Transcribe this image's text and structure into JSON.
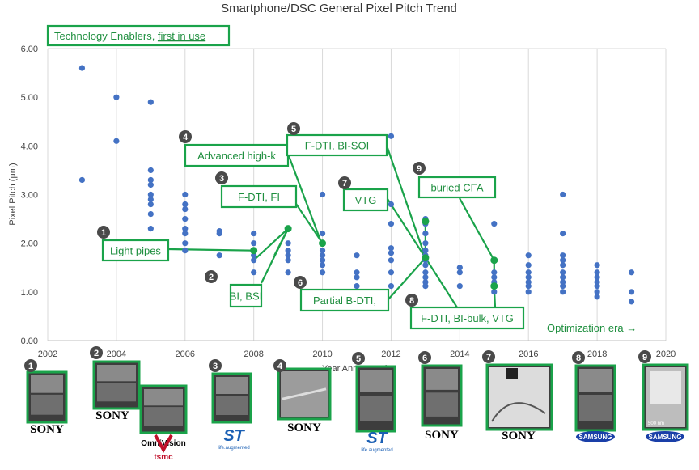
{
  "chart_data": {
    "type": "scatter",
    "title": "Smartphone/DSC General Pixel Pitch Trend",
    "xlabel": "Year Announced",
    "ylabel": "Pixel Pitch (µm)",
    "xlim": [
      2002,
      2020
    ],
    "ylim": [
      0,
      6
    ],
    "x_ticks": [
      "2002",
      "2004",
      "2006",
      "2008",
      "2010",
      "2012",
      "2014",
      "2016",
      "2018",
      "2020"
    ],
    "y_ticks": [
      "0.00",
      "1.00",
      "2.00",
      "3.00",
      "4.00",
      "5.00",
      "6.00"
    ],
    "grid": "vertical",
    "series": [
      {
        "color": "#4472c4",
        "points": [
          [
            2003,
            5.6
          ],
          [
            2003,
            3.3
          ],
          [
            2004,
            5.0
          ],
          [
            2004,
            4.1
          ],
          [
            2005,
            4.9
          ],
          [
            2005,
            3.5
          ],
          [
            2005,
            3.3
          ],
          [
            2005,
            3.2
          ],
          [
            2005,
            3.0
          ],
          [
            2005,
            2.9
          ],
          [
            2005,
            2.8
          ],
          [
            2005,
            2.6
          ],
          [
            2005,
            2.3
          ],
          [
            2006,
            3.0
          ],
          [
            2006,
            2.8
          ],
          [
            2006,
            2.7
          ],
          [
            2006,
            2.5
          ],
          [
            2006,
            2.3
          ],
          [
            2006,
            2.2
          ],
          [
            2006,
            2.0
          ],
          [
            2006,
            1.85
          ],
          [
            2007,
            2.25
          ],
          [
            2007,
            2.2
          ],
          [
            2007,
            1.75
          ],
          [
            2008,
            2.2
          ],
          [
            2008,
            2.0
          ],
          [
            2008,
            1.85
          ],
          [
            2008,
            1.75
          ],
          [
            2008,
            1.65
          ],
          [
            2008,
            1.4
          ],
          [
            2009,
            2.0
          ],
          [
            2009,
            1.85
          ],
          [
            2009,
            1.75
          ],
          [
            2009,
            1.65
          ],
          [
            2009,
            1.4
          ],
          [
            2010,
            3.0
          ],
          [
            2010,
            2.2
          ],
          [
            2010,
            2.0
          ],
          [
            2010,
            1.85
          ],
          [
            2010,
            1.75
          ],
          [
            2010,
            1.65
          ],
          [
            2010,
            1.55
          ],
          [
            2010,
            1.4
          ],
          [
            2011,
            1.75
          ],
          [
            2011,
            1.4
          ],
          [
            2011,
            1.3
          ],
          [
            2011,
            1.12
          ],
          [
            2012,
            4.2
          ],
          [
            2012,
            2.8
          ],
          [
            2012,
            2.4
          ],
          [
            2012,
            1.9
          ],
          [
            2012,
            1.8
          ],
          [
            2012,
            1.65
          ],
          [
            2012,
            1.4
          ],
          [
            2012,
            1.12
          ],
          [
            2013,
            2.5
          ],
          [
            2013,
            2.4
          ],
          [
            2013,
            2.2
          ],
          [
            2013,
            2.0
          ],
          [
            2013,
            1.85
          ],
          [
            2013,
            1.75
          ],
          [
            2013,
            1.65
          ],
          [
            2013,
            1.55
          ],
          [
            2013,
            1.4
          ],
          [
            2013,
            1.3
          ],
          [
            2013,
            1.2
          ],
          [
            2013,
            1.12
          ],
          [
            2014,
            1.5
          ],
          [
            2014,
            1.4
          ],
          [
            2014,
            1.12
          ],
          [
            2015,
            2.4
          ],
          [
            2015,
            1.65
          ],
          [
            2015,
            1.4
          ],
          [
            2015,
            1.3
          ],
          [
            2015,
            1.2
          ],
          [
            2015,
            1.12
          ],
          [
            2015,
            1.0
          ],
          [
            2016,
            1.75
          ],
          [
            2016,
            1.55
          ],
          [
            2016,
            1.4
          ],
          [
            2016,
            1.3
          ],
          [
            2016,
            1.2
          ],
          [
            2016,
            1.12
          ],
          [
            2016,
            1.0
          ],
          [
            2017,
            3.0
          ],
          [
            2017,
            2.2
          ],
          [
            2017,
            1.75
          ],
          [
            2017,
            1.65
          ],
          [
            2017,
            1.55
          ],
          [
            2017,
            1.4
          ],
          [
            2017,
            1.3
          ],
          [
            2017,
            1.2
          ],
          [
            2017,
            1.12
          ],
          [
            2017,
            1.0
          ],
          [
            2018,
            1.55
          ],
          [
            2018,
            1.4
          ],
          [
            2018,
            1.3
          ],
          [
            2018,
            1.2
          ],
          [
            2018,
            1.12
          ],
          [
            2018,
            1.0
          ],
          [
            2018,
            0.9
          ],
          [
            2019,
            1.4
          ],
          [
            2019,
            1.0
          ],
          [
            2019,
            0.8
          ]
        ]
      }
    ],
    "highlight_points": [
      {
        "x": 2008,
        "y": 1.85
      },
      {
        "x": 2009,
        "y": 2.3
      },
      {
        "x": 2010,
        "y": 2.0
      },
      {
        "x": 2013,
        "y": 2.45
      },
      {
        "x": 2013,
        "y": 1.7
      },
      {
        "x": 2015,
        "y": 1.65
      },
      {
        "x": 2015,
        "y": 1.12
      }
    ],
    "highlight_color": "#1aa34a",
    "legend_box": {
      "text": "Technology Enablers, ",
      "underlined": "first in use"
    },
    "annotations": [
      {
        "num": "1",
        "label": "Light pipes"
      },
      {
        "num": "2",
        "label": "BI, BSI"
      },
      {
        "num": "3",
        "label": "F-DTI, FI"
      },
      {
        "num": "4",
        "label": "Advanced high-k"
      },
      {
        "num": "5",
        "label": "F-DTI, BI-SOI"
      },
      {
        "num": "6",
        "label": "Partial B-DTI,"
      },
      {
        "num": "7",
        "label": "VTG"
      },
      {
        "num": "8",
        "label": "F-DTI, BI-bulk, VTG"
      },
      {
        "num": "9",
        "label": "buried CFA"
      }
    ],
    "era_label": "Optimization era →"
  },
  "thumbnails": [
    {
      "num": "1",
      "logo": "SONY"
    },
    {
      "num": "2",
      "logo": "SONY"
    },
    {
      "num": "2",
      "logo": "OmniVision"
    },
    {
      "num": "2",
      "logo": "tsmc"
    },
    {
      "num": "3",
      "logo": "ST",
      "sub": "life.augmented"
    },
    {
      "num": "4",
      "logo": "SONY"
    },
    {
      "num": "5",
      "logo": "ST",
      "sub": "life.augmented"
    },
    {
      "num": "6",
      "logo": "SONY"
    },
    {
      "num": "7",
      "logo": "SONY"
    },
    {
      "num": "8",
      "logo": "SAMSUNG"
    },
    {
      "num": "9",
      "logo": "SAMSUNG"
    }
  ],
  "thumb_annotations": [
    "500 nm"
  ]
}
